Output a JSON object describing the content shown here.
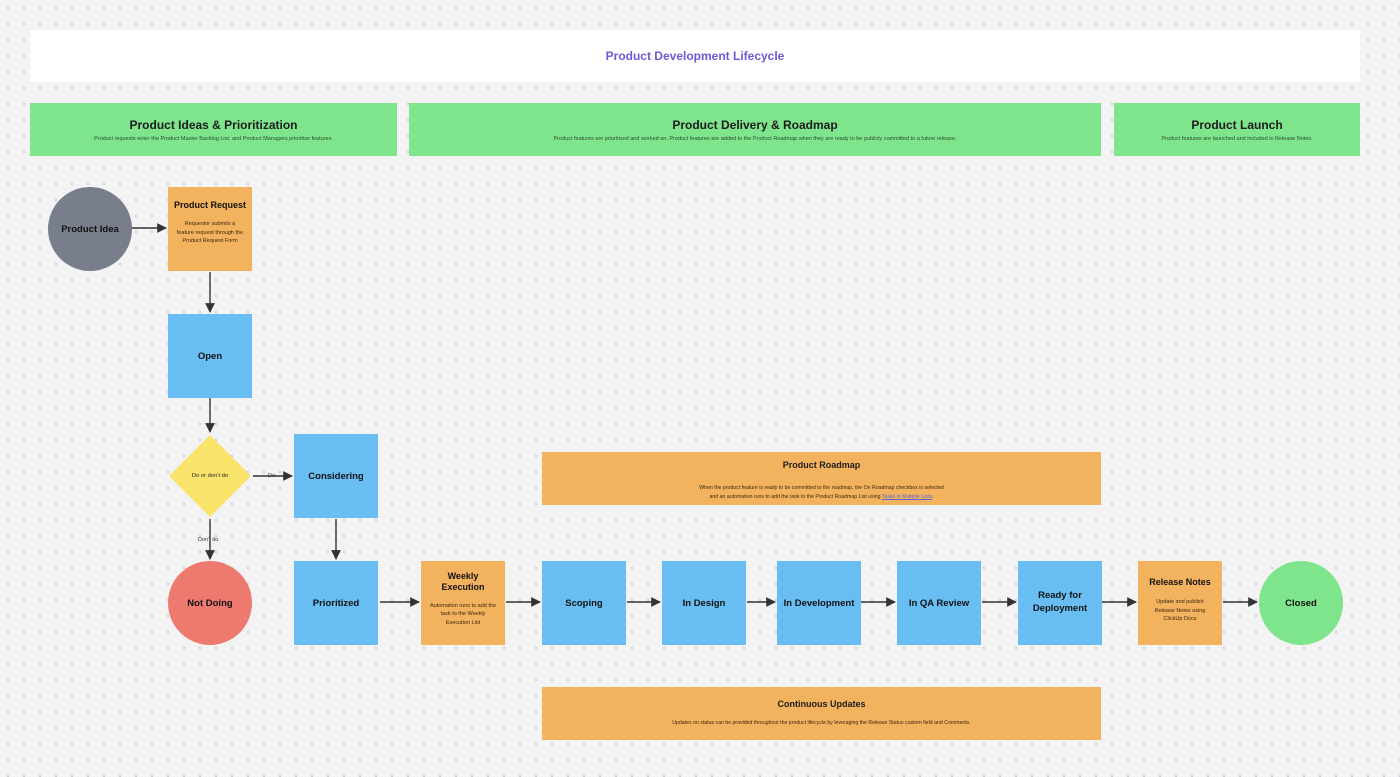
{
  "title": "Product Development Lifecycle",
  "phases": [
    {
      "title": "Product Ideas & Prioritization",
      "desc": "Product requests enter the Product Master Backlog List, and Product Managers prioritize features."
    },
    {
      "title": "Product Delivery & Roadmap",
      "desc": "Product features are prioritized and worked on. Product features are added to the Product Roadmap when they are ready to be publicly committed to a future release."
    },
    {
      "title": "Product Launch",
      "desc": "Product features are launched and included in Release Notes."
    }
  ],
  "nodes": {
    "product_idea": "Product Idea",
    "product_request": {
      "title": "Product Request",
      "desc": "Requestor submits a feature request through the Product Request Form"
    },
    "open": "Open",
    "decision": "Do or don't do",
    "considering": "Considering",
    "not_doing": "Not Doing",
    "prioritized": "Prioritized",
    "weekly_execution": {
      "title": "Weekly Execution",
      "desc": "Automation runs to add the task to the Weekly Execution List"
    },
    "scoping": "Scoping",
    "in_design": "In Design",
    "in_development": "In Development",
    "in_qa_review": "In QA Review",
    "ready_for_deployment": "Ready for Deployment",
    "release_notes": {
      "title": "Release Notes",
      "desc": "Update and publish Release Notes using ClickUp Docs"
    },
    "closed": "Closed"
  },
  "roadmap": {
    "title": "Product Roadmap",
    "line1": "When the product feature is ready to be committed to the roadmap, the On Roadmap checkbox is selected",
    "line2": "and an automation runs to add the task to the Product Roadmap List using",
    "link": "Tasks in Multiple Lists"
  },
  "updates": {
    "title": "Continuous Updates",
    "desc": "Updates on status can be provided throughout the product lifecycle by leveraging the Release Status custom field and Comments."
  },
  "edge_labels": {
    "do": "Do",
    "dont_do": "Don't do"
  },
  "colors": {
    "blue": "#68bef3",
    "orange": "#f3b25d",
    "green": "#7fe58c",
    "grey": "#787e8b",
    "red": "#ee7a6f",
    "yellow": "#fbe46b",
    "title": "#6b5bd6"
  }
}
